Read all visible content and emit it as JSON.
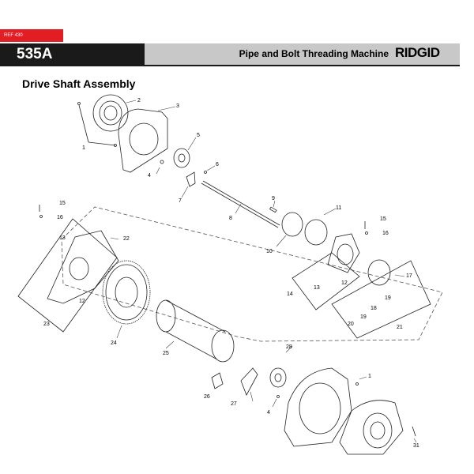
{
  "header": {
    "ref": "REF 430",
    "model": "535A",
    "machine_title": "Pipe and Bolt Threading Machine",
    "brand": "RIDGID"
  },
  "section_title": "Drive Shaft Assembly",
  "callouts": [
    {
      "id": "c1a",
      "label": "1"
    },
    {
      "id": "c2",
      "label": "2"
    },
    {
      "id": "c3",
      "label": "3"
    },
    {
      "id": "c4a",
      "label": "4"
    },
    {
      "id": "c5",
      "label": "5"
    },
    {
      "id": "c6",
      "label": "6"
    },
    {
      "id": "c7",
      "label": "7"
    },
    {
      "id": "c8",
      "label": "8"
    },
    {
      "id": "c9",
      "label": "9"
    },
    {
      "id": "c10",
      "label": "10"
    },
    {
      "id": "c11",
      "label": "11"
    },
    {
      "id": "c15a",
      "label": "15"
    },
    {
      "id": "c16a",
      "label": "16"
    },
    {
      "id": "c13a",
      "label": "13"
    },
    {
      "id": "c22",
      "label": "22"
    },
    {
      "id": "c12a",
      "label": "12"
    },
    {
      "id": "c23",
      "label": "23"
    },
    {
      "id": "c24",
      "label": "24"
    },
    {
      "id": "c25",
      "label": "25"
    },
    {
      "id": "c15b",
      "label": "15"
    },
    {
      "id": "c16b",
      "label": "16"
    },
    {
      "id": "c12b",
      "label": "12"
    },
    {
      "id": "c13b",
      "label": "13"
    },
    {
      "id": "c14",
      "label": "14"
    },
    {
      "id": "c17",
      "label": "17"
    },
    {
      "id": "c18",
      "label": "18"
    },
    {
      "id": "c19a",
      "label": "19"
    },
    {
      "id": "c19b",
      "label": "19"
    },
    {
      "id": "c20",
      "label": "20"
    },
    {
      "id": "c21",
      "label": "21"
    },
    {
      "id": "c28",
      "label": "28"
    },
    {
      "id": "c1b",
      "label": "1"
    },
    {
      "id": "c26",
      "label": "26"
    },
    {
      "id": "c27",
      "label": "27"
    },
    {
      "id": "c4b",
      "label": "4"
    },
    {
      "id": "c31",
      "label": "31"
    }
  ]
}
